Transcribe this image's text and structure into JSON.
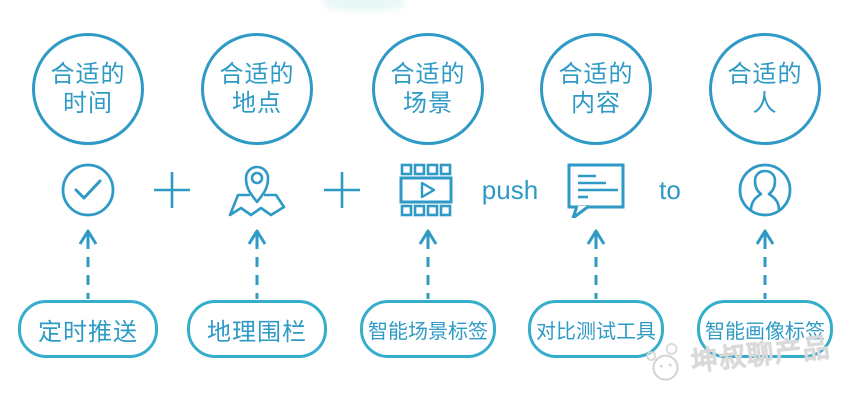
{
  "accent_color": "#2E9AC5",
  "box_border_color": "#35AECB",
  "watermark_color": "#d9d9d9",
  "columns": [
    {
      "circle_line1": "合适的",
      "circle_line2": "时间",
      "icon": "clock-icon",
      "box_label": "定时推送"
    },
    {
      "circle_line1": "合适的",
      "circle_line2": "地点",
      "icon": "map-pin-icon",
      "box_label": "地理围栏"
    },
    {
      "circle_line1": "合适的",
      "circle_line2": "场景",
      "icon": "film-video-icon",
      "box_label": "智能场景标签"
    },
    {
      "circle_line1": "合适的",
      "circle_line2": "内容",
      "icon": "message-icon",
      "box_label": "对比测试工具"
    },
    {
      "circle_line1": "合适的",
      "circle_line2": "人",
      "icon": "user-icon",
      "box_label": "智能画像标签"
    }
  ],
  "connectors": {
    "plus1": "+",
    "plus2": "+",
    "push_label": "push",
    "to_label": "to"
  },
  "watermark": {
    "text": "坤叔聊产品"
  }
}
